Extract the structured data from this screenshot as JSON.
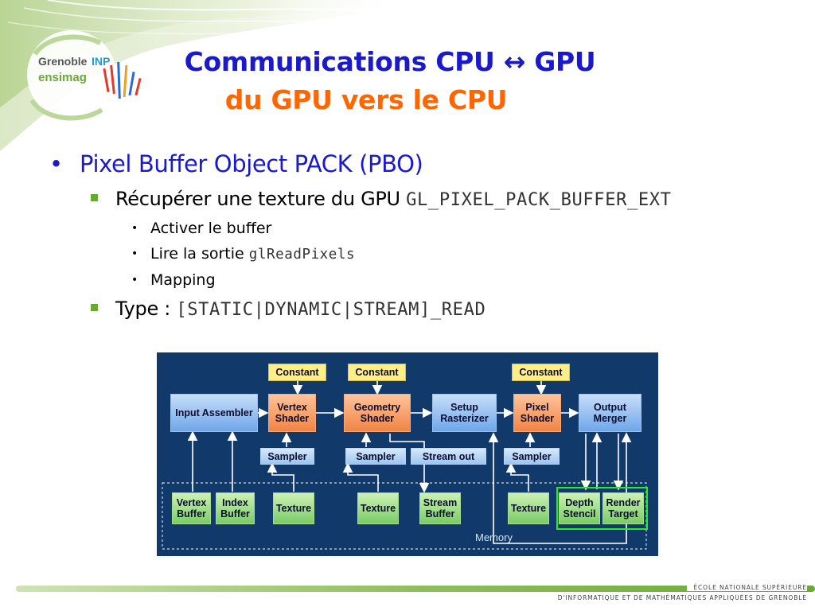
{
  "header": {
    "title_line1": "Communications CPU ↔ GPU",
    "title_line2": "du GPU vers le CPU"
  },
  "logo": {
    "text_top": "Grenoble",
    "text_inp": "INP",
    "text_bottom": "ensimag"
  },
  "content": {
    "bullet1": "Pixel Buffer Object PACK (PBO)",
    "sub1_text": "Récupérer une texture du GPU ",
    "sub1_code": "GL_PIXEL_PACK_BUFFER_EXT",
    "items": [
      {
        "text": "Activer le buffer",
        "code": ""
      },
      {
        "text": "Lire la sortie ",
        "code": "glReadPixels"
      },
      {
        "text": "Mapping",
        "code": ""
      }
    ],
    "sub2_text": "Type : ",
    "sub2_code": "[STATIC|DYNAMIC|STREAM]_READ"
  },
  "diagram": {
    "constants": [
      "Constant",
      "Constant",
      "Constant"
    ],
    "stages": [
      "Input Assembler",
      "Vertex Shader",
      "Geometry Shader",
      "Setup Rasterizer",
      "Pixel Shader",
      "Output Merger"
    ],
    "samplers": [
      "Sampler",
      "Sampler",
      "Stream out",
      "Sampler"
    ],
    "memory_items": [
      "Vertex Buffer",
      "Index Buffer",
      "Texture",
      "Texture",
      "Stream Buffer",
      "Texture",
      "Depth Stencil",
      "Render Target"
    ],
    "memory_label": "Memory"
  },
  "footer": {
    "line1": "ÉCOLE NATIONALE SUPÉRIEURE",
    "line2": "D'INFORMATIQUE ET DE MATHÉMATIQUES APPLIQUÉES DE GRENOBLE"
  },
  "colors": {
    "title_blue": "#1a1acc",
    "title_orange": "#ff6600",
    "bullet_green": "#66aa33",
    "diagram_bg": "#113a6a"
  }
}
